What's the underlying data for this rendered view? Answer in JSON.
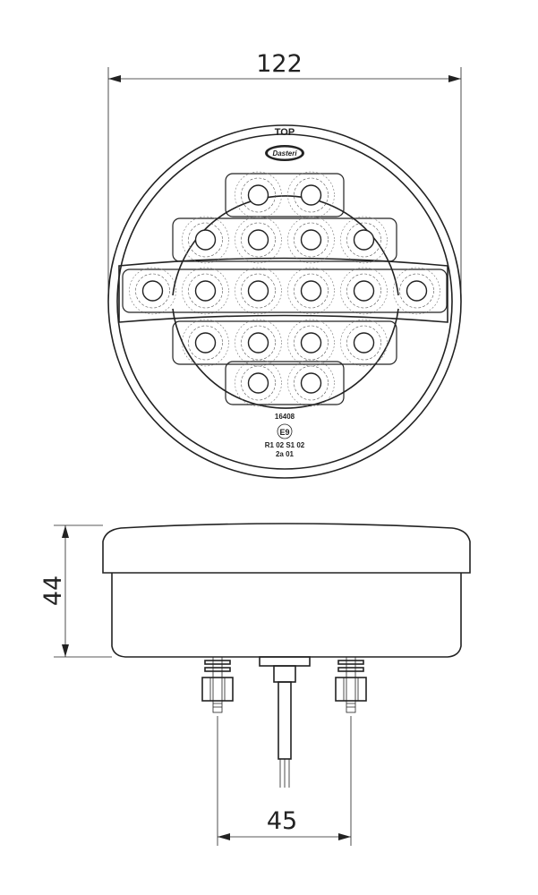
{
  "dimensions": {
    "width": "122",
    "height": "44",
    "stud_spacing": "45"
  },
  "front_marks": {
    "top_label": "TOP",
    "brand": "Dasteri",
    "approval_number": "16408",
    "e_mark": "E9",
    "codes_line1": "R1 02 S1 02",
    "codes_line2": "2a 01"
  },
  "led_rows": [
    2,
    4,
    6,
    4,
    2
  ]
}
